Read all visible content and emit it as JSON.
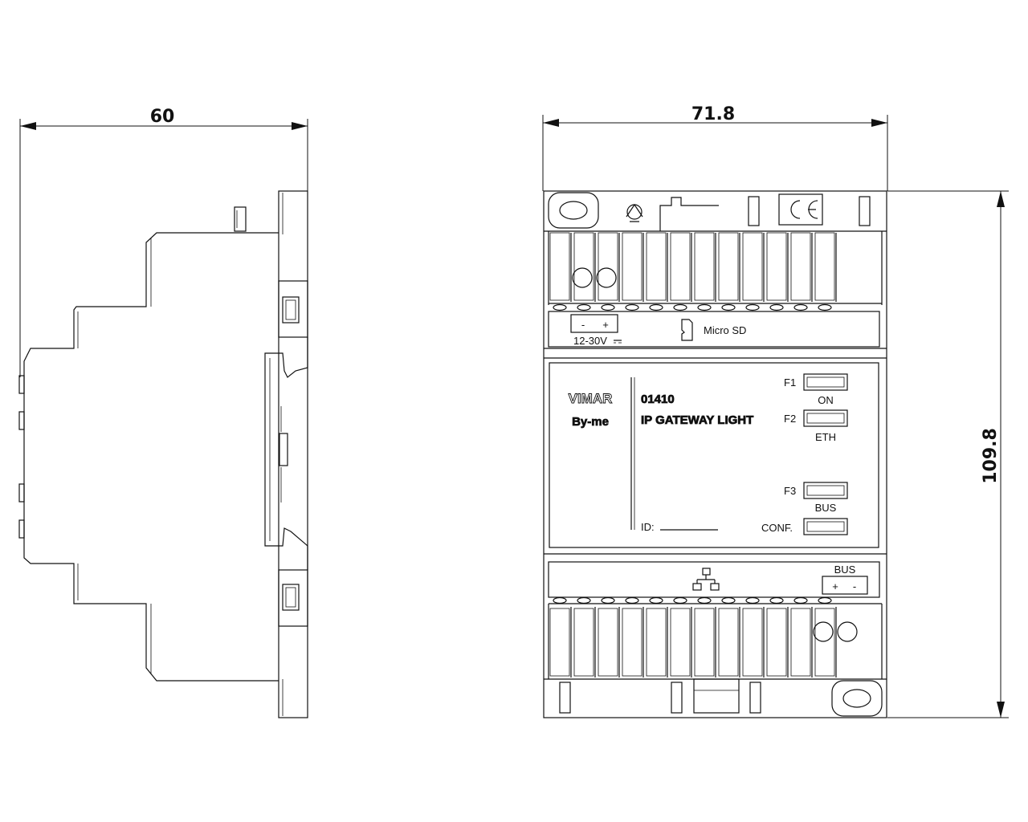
{
  "dimensions": {
    "side_width": "60",
    "front_width": "71.8",
    "front_height": "109.8"
  },
  "device": {
    "brand": "VIMAR",
    "series": "By-me",
    "code": "01410",
    "name": "IP GATEWAY LIGHT",
    "id_label": "ID:",
    "power_minus": "-",
    "power_plus": "+",
    "power_voltage": "12-30V",
    "sd_label": "Micro SD",
    "ce_mark": "CE",
    "bus_title": "BUS",
    "bus_plus": "+",
    "bus_minus": "-",
    "conf_label": "CONF."
  },
  "functions": [
    {
      "key": "F1",
      "led": "ON"
    },
    {
      "key": "F2",
      "led": "ETH"
    },
    {
      "key": "F3",
      "led": "BUS"
    }
  ],
  "icons": [
    "recycling-symbol-icon",
    "ce-mark-icon",
    "microsd-card-icon",
    "ethernet-network-icon"
  ]
}
